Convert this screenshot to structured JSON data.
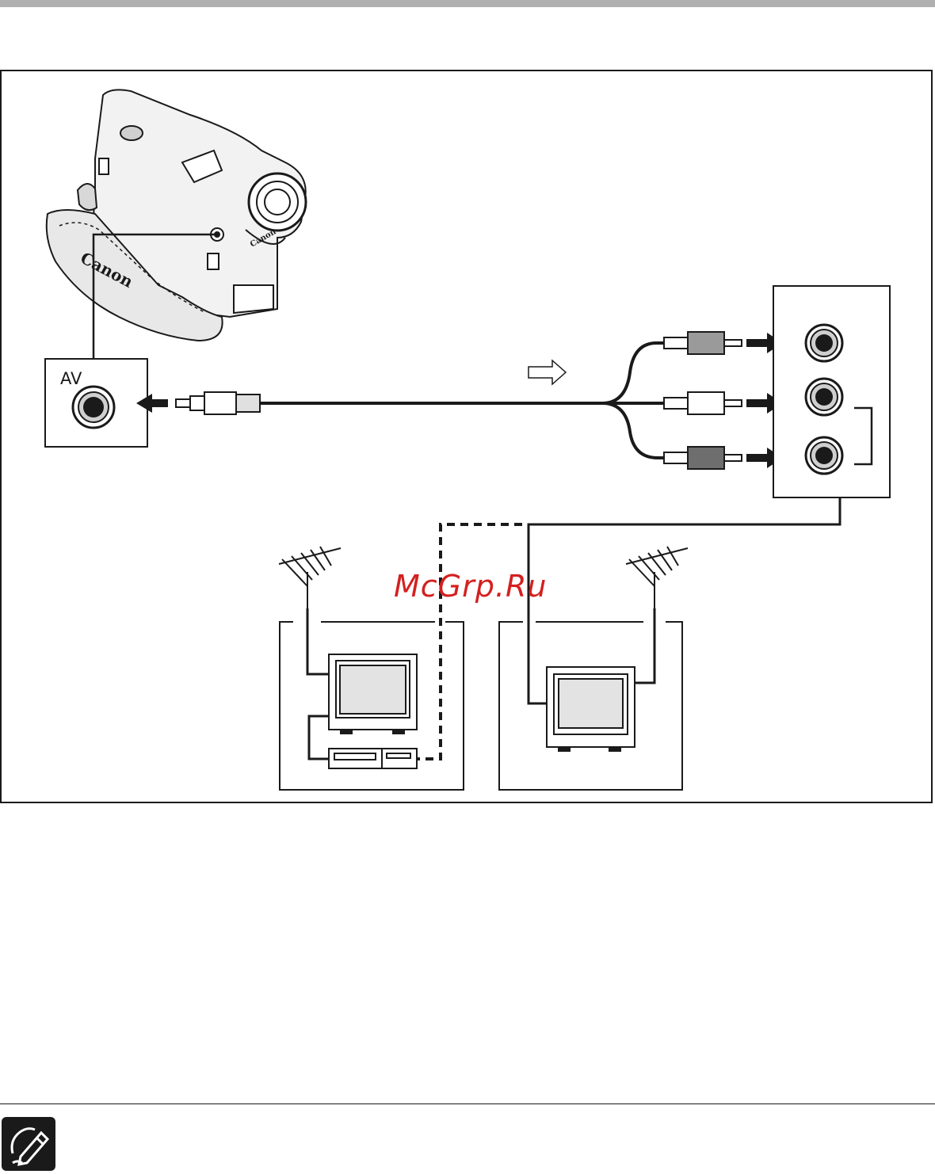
{
  "diagram": {
    "av_label": "AV",
    "brand_text": "Canon",
    "watermark": "McGrp.Ru"
  },
  "colors": {
    "line": "#1a1a1a",
    "header_bar": "#b0b0b0",
    "watermark": "#d42020",
    "plug_gray": "#8a8a8a"
  },
  "icons": [
    "camcorder-icon",
    "antenna-icon",
    "tv-icon",
    "vcr-icon",
    "note-pencil-icon",
    "arrow-icon"
  ]
}
